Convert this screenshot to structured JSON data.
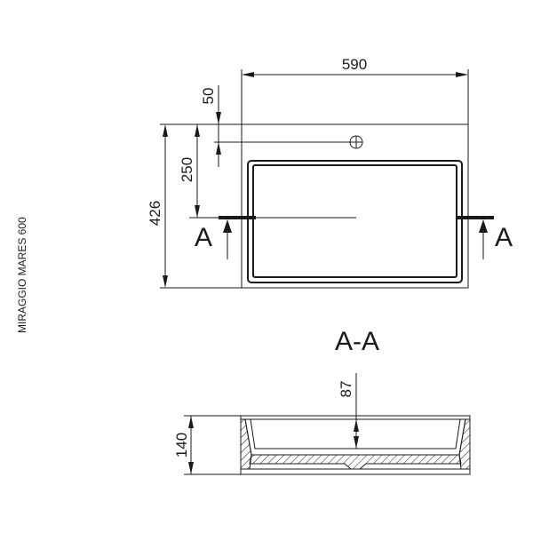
{
  "product_label": "MIRAGGIO MARES 600",
  "dimensions": {
    "width": "590",
    "top_offset": "50",
    "tap_to_section": "250",
    "depth": "426",
    "bowl_depth": "87",
    "height": "140"
  },
  "section_marker": "A",
  "section_title": "A-A"
}
